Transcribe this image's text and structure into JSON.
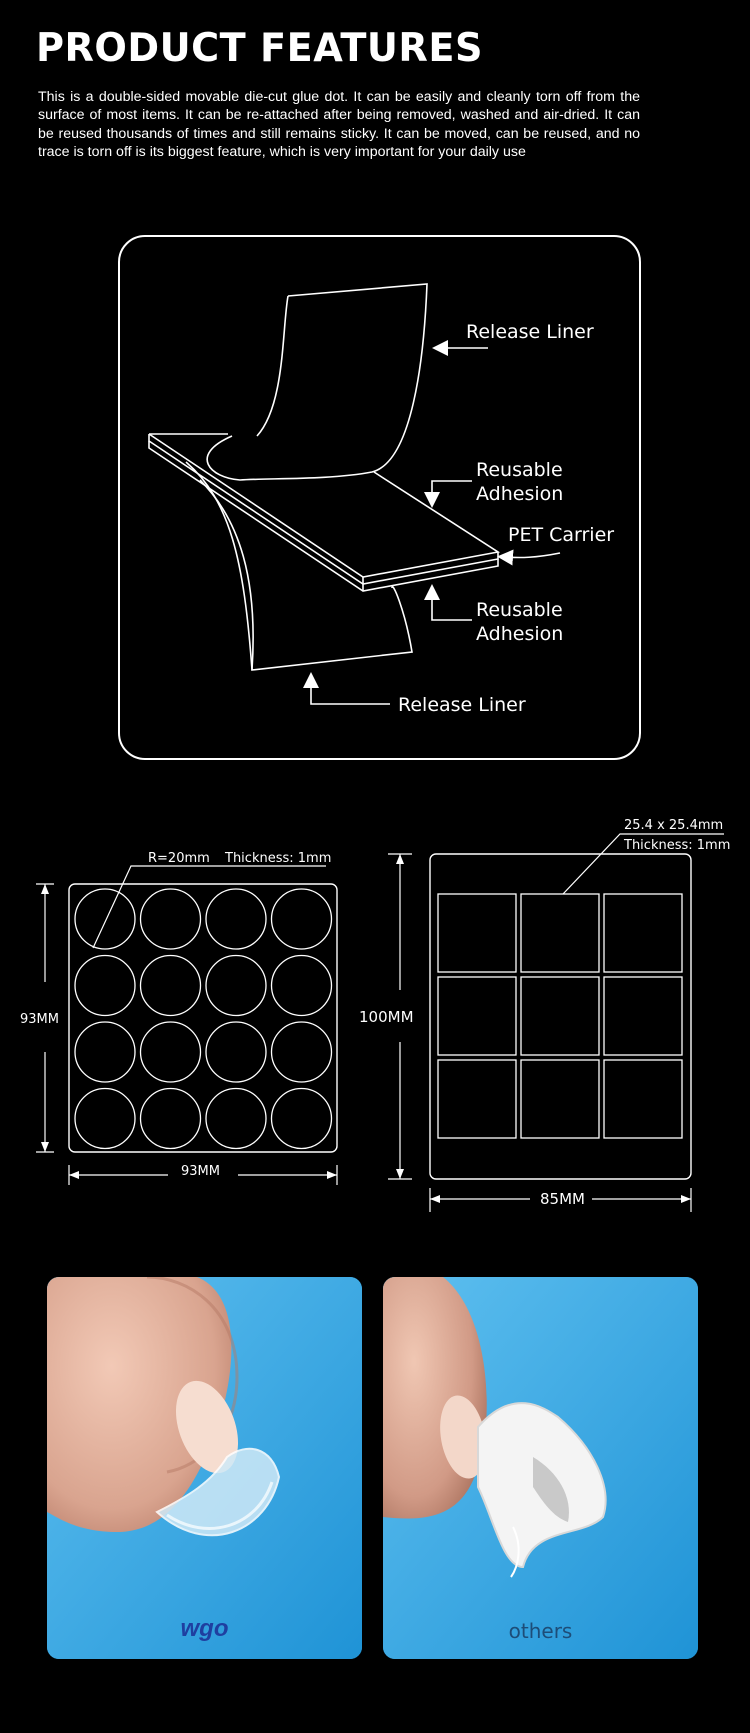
{
  "header": {
    "title": "PRODUCT FEATURES",
    "description": "This is a double-sided movable die-cut glue dot. It can be easily and cleanly torn off from the surface of most items. It can be re-attached after being removed, washed and air-dried. It can be reused thousands of times and still remains sticky. It can be moved, can be reused, and no trace is torn off is its biggest feature, which is very important for your daily use"
  },
  "structure_diagram": {
    "labels": {
      "release_liner_top": "Release Liner",
      "reusable_adhesion_top_1": "Reusable",
      "reusable_adhesion_top_2": "Adhesion",
      "pet_carrier": "PET Carrier",
      "reusable_adhesion_bottom_1": "Reusable",
      "reusable_adhesion_bottom_2": "Adhesion",
      "release_liner_bottom": "Release Liner"
    }
  },
  "round_sheet": {
    "radius_label": "R=20mm",
    "thickness_label": "Thickness: 1mm",
    "height_label": "93MM",
    "width_label": "93MM",
    "rows": 4,
    "cols": 4
  },
  "square_sheet": {
    "size_label": "25.4 x 25.4mm",
    "thickness_label": "Thickness: 1mm",
    "height_label": "100MM",
    "width_label": "85MM",
    "rows": 3,
    "cols": 3
  },
  "comparison": {
    "left_brand": "wgo",
    "right_label": "others",
    "background_color": "#2aa3e0"
  }
}
